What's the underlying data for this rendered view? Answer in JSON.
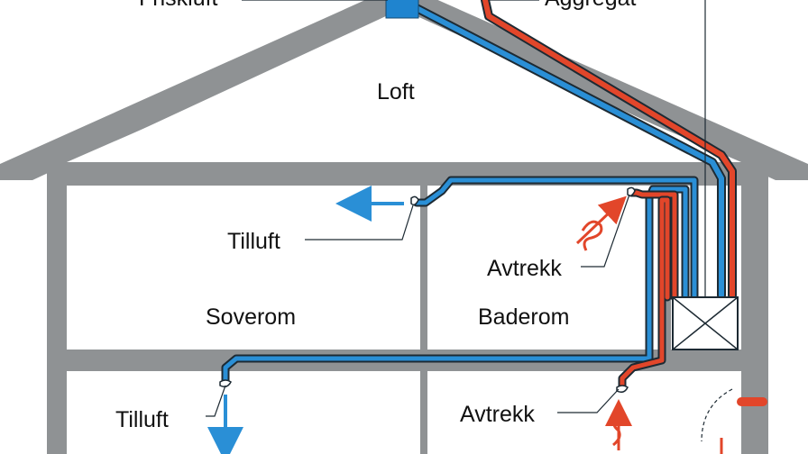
{
  "labels": {
    "friskluft": "Friskluft",
    "aggregat": "Aggregat",
    "loft": "Loft",
    "tilluft_upper": "Tilluft",
    "avtrekk_upper": "Avtrekk",
    "soverom": "Soverom",
    "baderom": "Baderom",
    "tilluft_lower": "Tilluft",
    "avtrekk_lower": "Avtrekk"
  },
  "colors": {
    "house": "#8f9294",
    "room": "#ffffff",
    "supply_duct": "#2a8fd6",
    "exhaust_duct": "#e2462a",
    "duct_outline": "#1d2a33",
    "intake_box": "#1f84cf",
    "arrow_supply": "#2a8fd6",
    "arrow_exhaust": "#e2462a"
  },
  "icons": {
    "ventilation_unit": "crossed-box-icon",
    "supply_air": "down-arrow-icon",
    "extract_air": "swirl-arrow-icon"
  }
}
